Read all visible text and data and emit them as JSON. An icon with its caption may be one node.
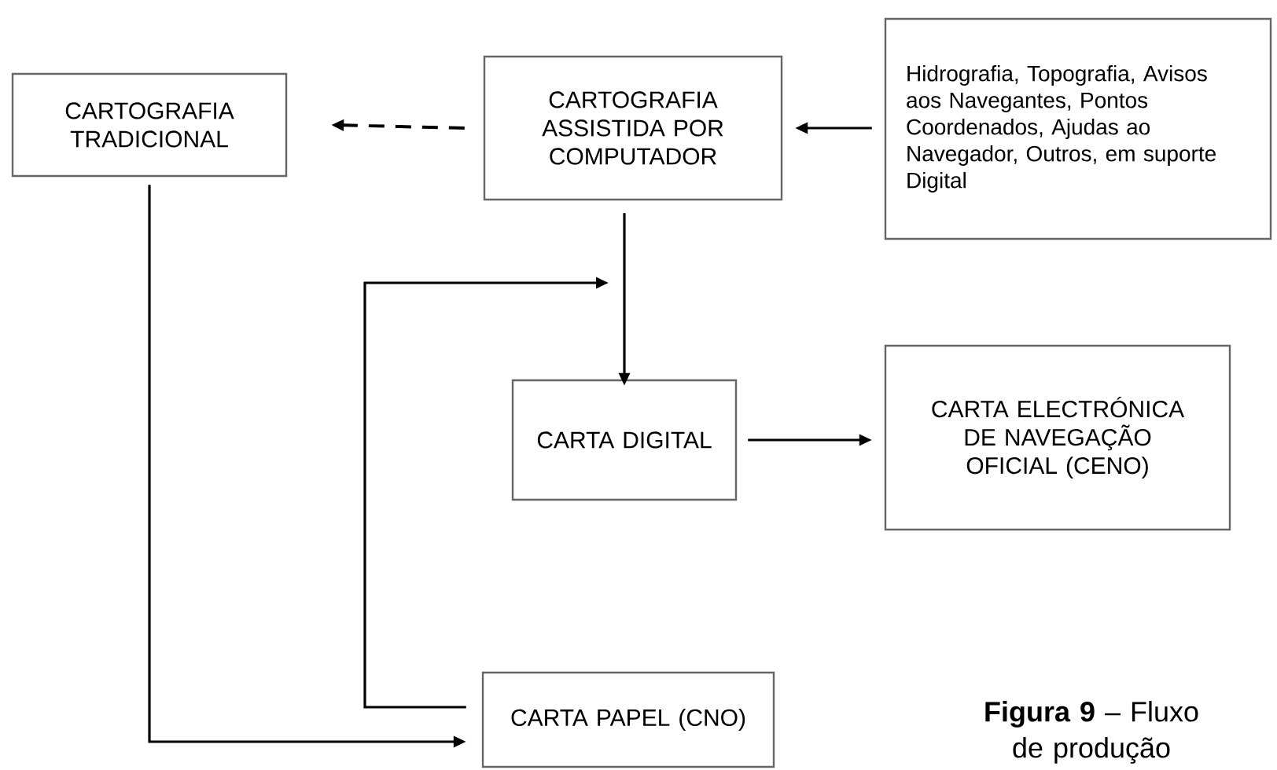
{
  "diagram": {
    "caption": "**Figura 9** – Fluxo de produção",
    "nodes": [
      {
        "text": [
          "CARTOGRAFIA TRADICIONAL"
        ]
      },
      {
        "text": [
          "CARTOGRAFIA ASSISTIDA POR COMPUTADOR"
        ]
      },
      {
        "text": [
          "Hidrografia, Topografia, Avisos aos Navegantes, Pontos Coordenados, Ajudas ao Navegador, Outros,  em suporte Digital"
        ]
      },
      {
        "text": [
          "CARTA DIGITAL"
        ]
      },
      {
        "text": [
          "CARTA ELECTRÓNICA DE NAVEGAÇÃO OFICIAL (CENO)"
        ]
      },
      {
        "text": [
          "CARTA PAPEL (CNO)"
        ]
      }
    ],
    "edges": [
      {
        "from": 1,
        "to": 0,
        "arrow": "to",
        "style": "dashed"
      },
      {
        "from": 2,
        "to": 1,
        "arrow": "to"
      },
      {
        "from": 1,
        "to": 3,
        "arrow": "to"
      },
      {
        "from": 3,
        "to": 4,
        "arrow": "to"
      },
      {
        "from": 0,
        "to": 5,
        "arrow": "to"
      },
      {
        "from": 5,
        "to": null,
        "arrow": "to"
      }
    ]
  }
}
